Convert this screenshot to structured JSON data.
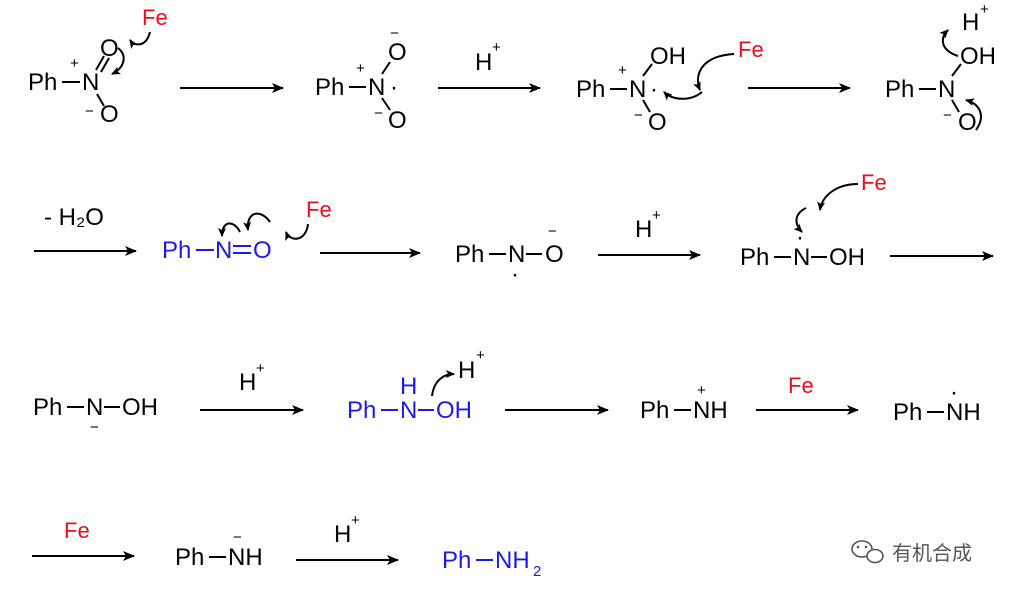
{
  "colors": {
    "text": "#000000",
    "red": "#e8101a",
    "blue": "#1a1aee",
    "watermark": "#555555"
  },
  "labels": {
    "ph": "Ph",
    "n": "N",
    "o": "O",
    "oh": "OH",
    "fe": "Fe",
    "h": "H",
    "nh": "NH",
    "plus": "+",
    "minus": "−",
    "dot": "·",
    "minus_h2o": "- H₂O",
    "product": "Ph−NH₂",
    "h_plus_h": "H",
    "h_plus_sup": "+"
  },
  "watermark": {
    "text": "有机合成"
  }
}
